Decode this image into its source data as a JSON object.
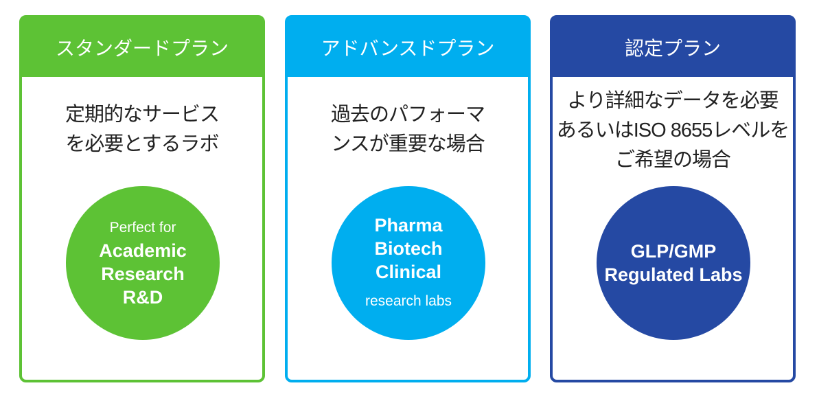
{
  "plans": [
    {
      "title": "スタンダードプラン",
      "color": "#5dc235",
      "desc": [
        "定期的なサービス",
        "を必要とするラボ"
      ],
      "circle_top": "Perfect for",
      "circle_main": [
        "Academic",
        "Research",
        "R&D"
      ],
      "circle_bottom": ""
    },
    {
      "title": "アドバンスドプラン",
      "color": "#00aeef",
      "desc": [
        "過去のパフォーマ",
        "ンスが重要な場合"
      ],
      "circle_top": "",
      "circle_main": [
        "Pharma",
        "Biotech",
        "Clinical"
      ],
      "circle_bottom": "research labs"
    },
    {
      "title": "認定プラン",
      "color": "#2549a3",
      "desc": [
        "より詳細なデータを必要",
        "あるいはISO 8655レベルを",
        "ご希望の場合"
      ],
      "circle_top": "",
      "circle_main": [
        "GLP/GMP",
        "Regulated Labs"
      ],
      "circle_bottom": ""
    }
  ]
}
